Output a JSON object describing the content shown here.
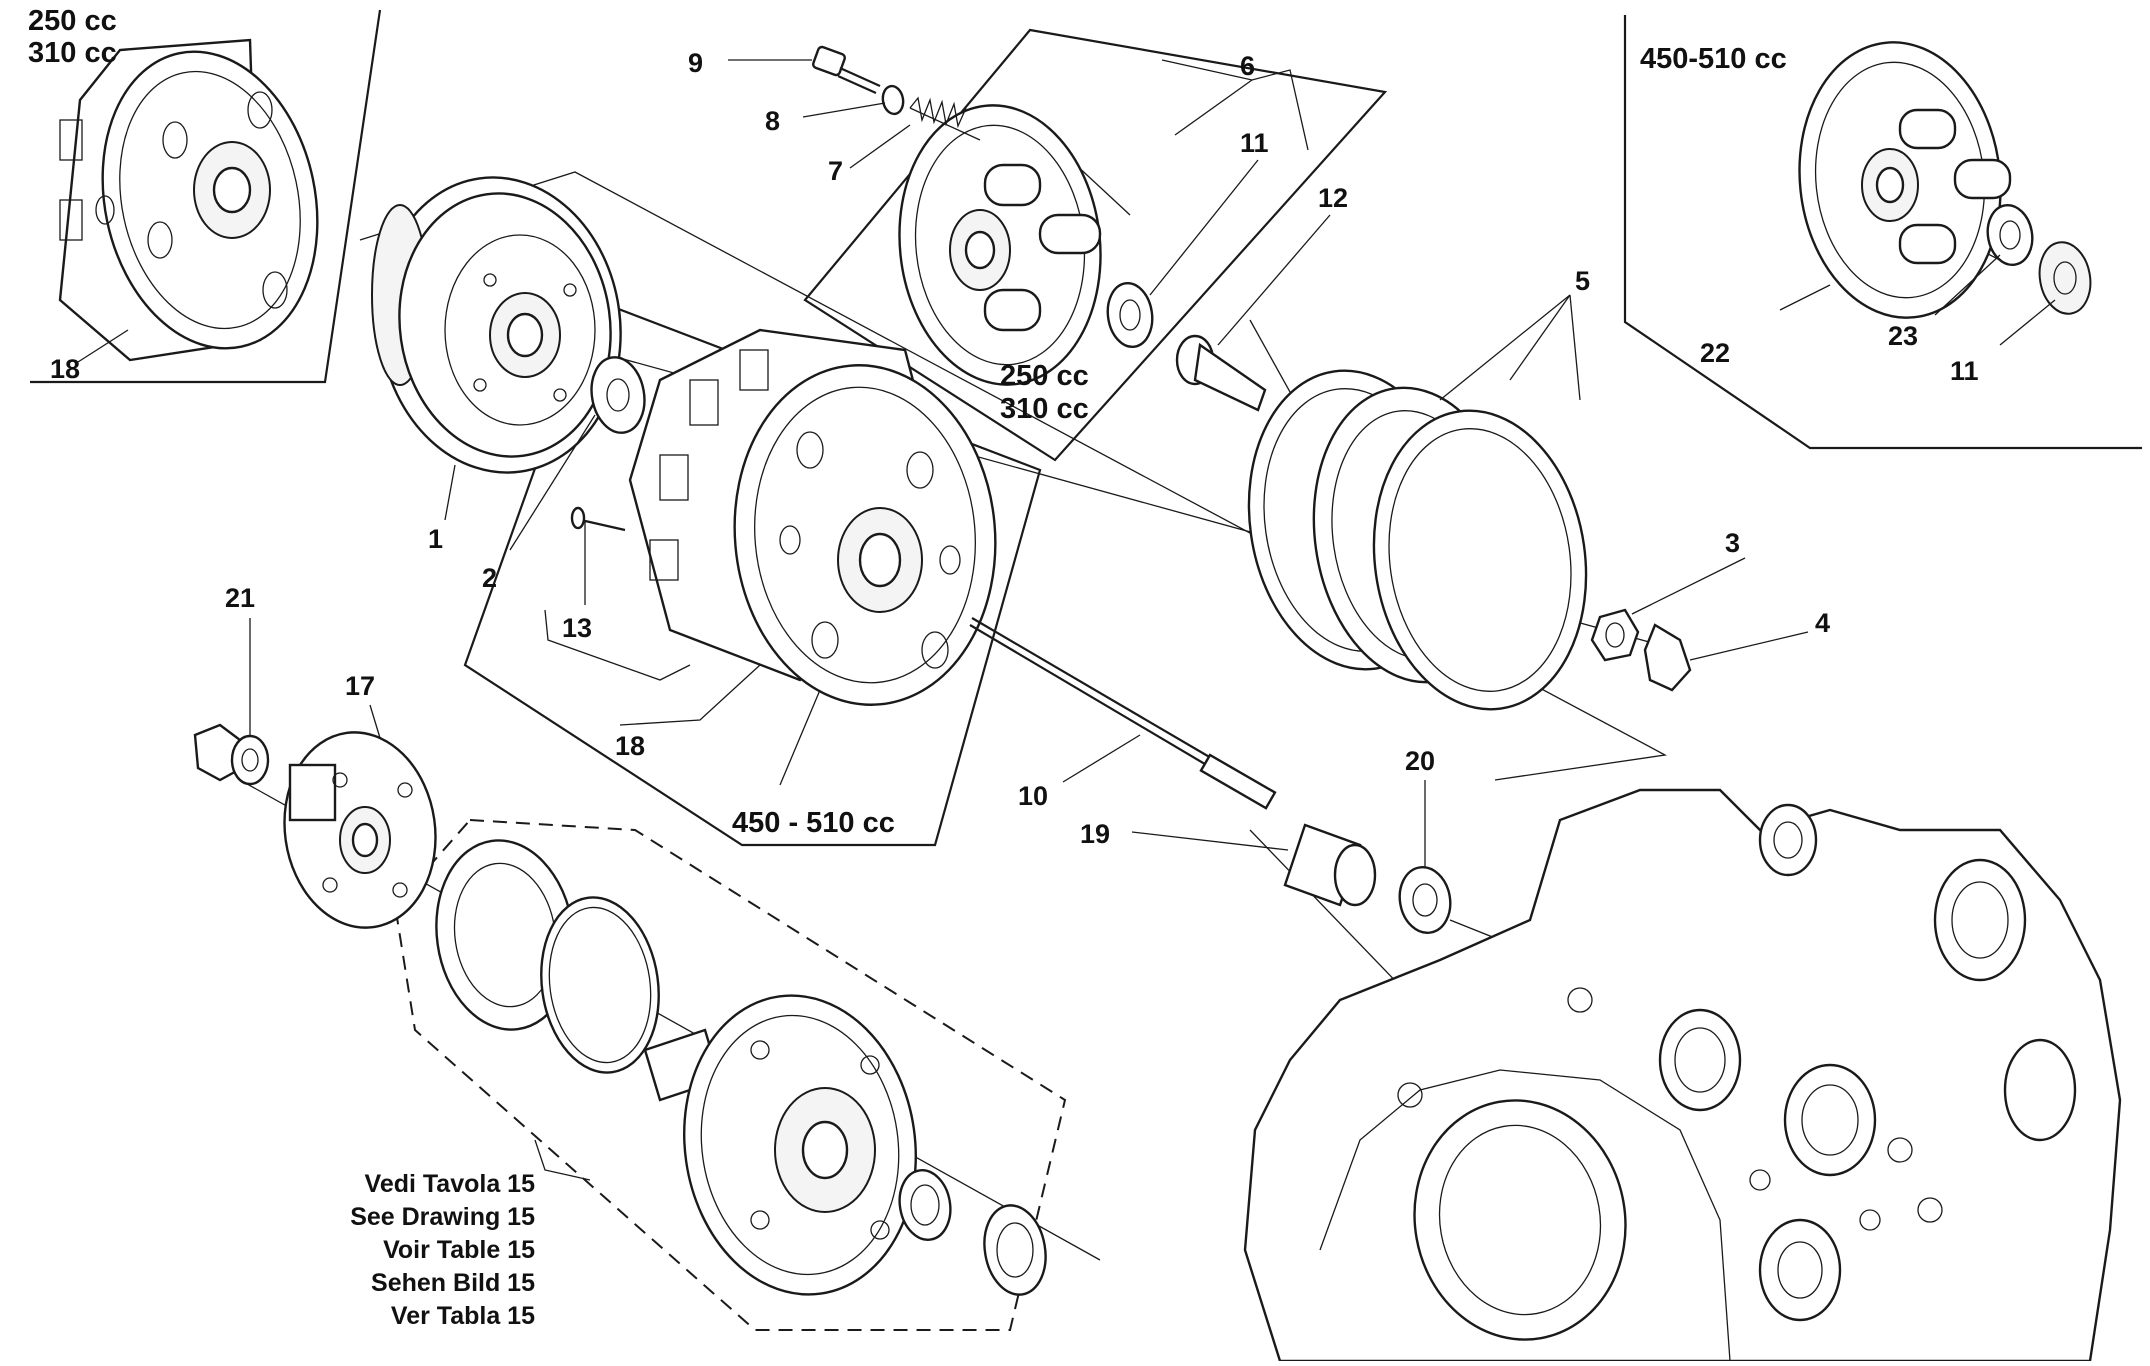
{
  "callouts": {
    "n1": "1",
    "n2": "2",
    "n3": "3",
    "n4": "4",
    "n5": "5",
    "n6": "6",
    "n7": "7",
    "n8": "8",
    "n9": "9",
    "n10": "10",
    "n11a": "11",
    "n11b": "11",
    "n12": "12",
    "n13": "13",
    "n17": "17",
    "n18a": "18",
    "n18b": "18",
    "n19": "19",
    "n20": "20",
    "n21": "21",
    "n22": "22",
    "n23": "23"
  },
  "variants": {
    "topleft_line1": "250 cc",
    "topleft_line2": "310 cc",
    "center_line1": "250 cc",
    "center_line2": "310 cc",
    "topright": "450-510 cc",
    "basket": "450 - 510 cc"
  },
  "see_drawing": [
    "Vedi Tavola 15",
    "See Drawing 15",
    "Voir Table 15",
    "Sehen Bild 15",
    "Ver Tabla 15"
  ]
}
